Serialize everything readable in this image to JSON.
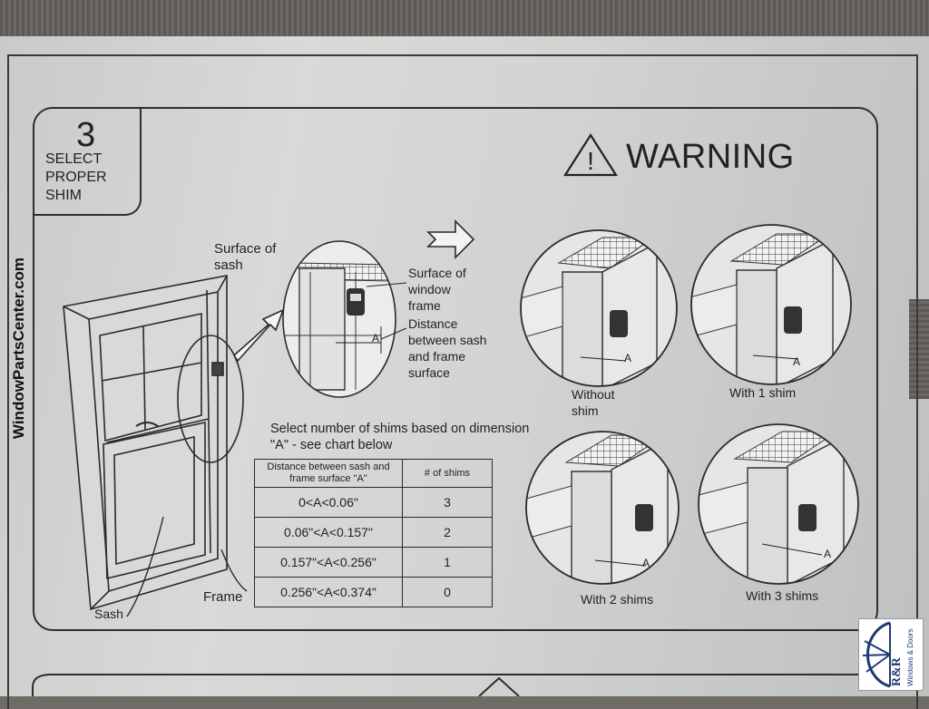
{
  "step": {
    "number": "3",
    "lines": [
      "SELECT",
      "PROPER",
      "SHIM"
    ]
  },
  "warning": {
    "text": "WARNING"
  },
  "side_text": "WindowPartsCenter.com",
  "callouts": {
    "surface_of_sash": [
      "Surface of",
      "sash"
    ],
    "surface_of_window_frame": [
      "Surface of",
      "window",
      "frame"
    ],
    "distance_between": [
      "Distance",
      "between sash",
      "and frame",
      "surface"
    ],
    "dimension_a": "A",
    "sash": "Sash",
    "frame": "Frame"
  },
  "instruction": [
    "Select number of shims based on dimension",
    "\"A\" - see chart below"
  ],
  "table": {
    "headers": [
      "Distance between sash and frame surface \"A\"",
      "# of shims"
    ],
    "rows": [
      {
        "distance": "0<A<0.06\"",
        "shims": "3"
      },
      {
        "distance": "0.06\"<A<0.157\"",
        "shims": "2"
      },
      {
        "distance": "0.157\"<A<0.256\"",
        "shims": "1"
      },
      {
        "distance": "0.256\"<A<0.374\"",
        "shims": "0"
      }
    ]
  },
  "diagrams": [
    {
      "caption": "Without shim"
    },
    {
      "caption": "With 1 shim"
    },
    {
      "caption": "With 2 shims"
    },
    {
      "caption": "With 3 shims"
    }
  ],
  "logo": {
    "initials": "R&R",
    "tagline": "Windows & Doors",
    "color": "#1f3b73"
  }
}
